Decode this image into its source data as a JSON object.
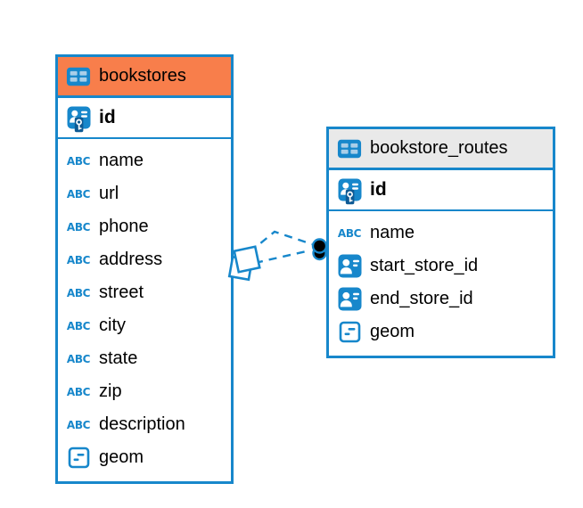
{
  "diagram": {
    "type": "entity-relationship",
    "background_color": "#ffffff",
    "accent_color": "#1787CB",
    "text_color": "#000000",
    "tables": [
      {
        "name": "bookstores",
        "header_color": "#F87E4B",
        "columns": [
          {
            "name": "id",
            "icon": "primary-key",
            "pk": true
          },
          {
            "name": "name",
            "icon": "text"
          },
          {
            "name": "url",
            "icon": "text"
          },
          {
            "name": "phone",
            "icon": "text"
          },
          {
            "name": "address",
            "icon": "text"
          },
          {
            "name": "street",
            "icon": "text"
          },
          {
            "name": "city",
            "icon": "text"
          },
          {
            "name": "state",
            "icon": "text"
          },
          {
            "name": "zip",
            "icon": "text"
          },
          {
            "name": "description",
            "icon": "text"
          },
          {
            "name": "geom",
            "icon": "geometry"
          }
        ]
      },
      {
        "name": "bookstore_routes",
        "header_color": "#E9E9E9",
        "columns": [
          {
            "name": "id",
            "icon": "primary-key",
            "pk": true
          },
          {
            "name": "name",
            "icon": "text"
          },
          {
            "name": "start_store_id",
            "icon": "foreign-key"
          },
          {
            "name": "end_store_id",
            "icon": "foreign-key"
          },
          {
            "name": "geom",
            "icon": "geometry"
          }
        ]
      }
    ],
    "relationship": {
      "from_table": "bookstores",
      "to_table": "bookstore_routes",
      "line_style": "dashed",
      "line_count": 2,
      "line_color": "#1787CB",
      "source_marker": "stacked-tilted-squares",
      "target_marker": "stacked-black-dots",
      "dot_color": "#000000"
    },
    "icons": {
      "table_glyph": "table-grid",
      "table_cell_color": "#A9CEE8",
      "text_glyph": "ABC",
      "primary_key_glyph": "person-with-key",
      "primary_key_panel_color": "#0E5A94",
      "foreign_key_glyph": "person-card",
      "geometry_glyph": "box-with-dashes"
    }
  }
}
